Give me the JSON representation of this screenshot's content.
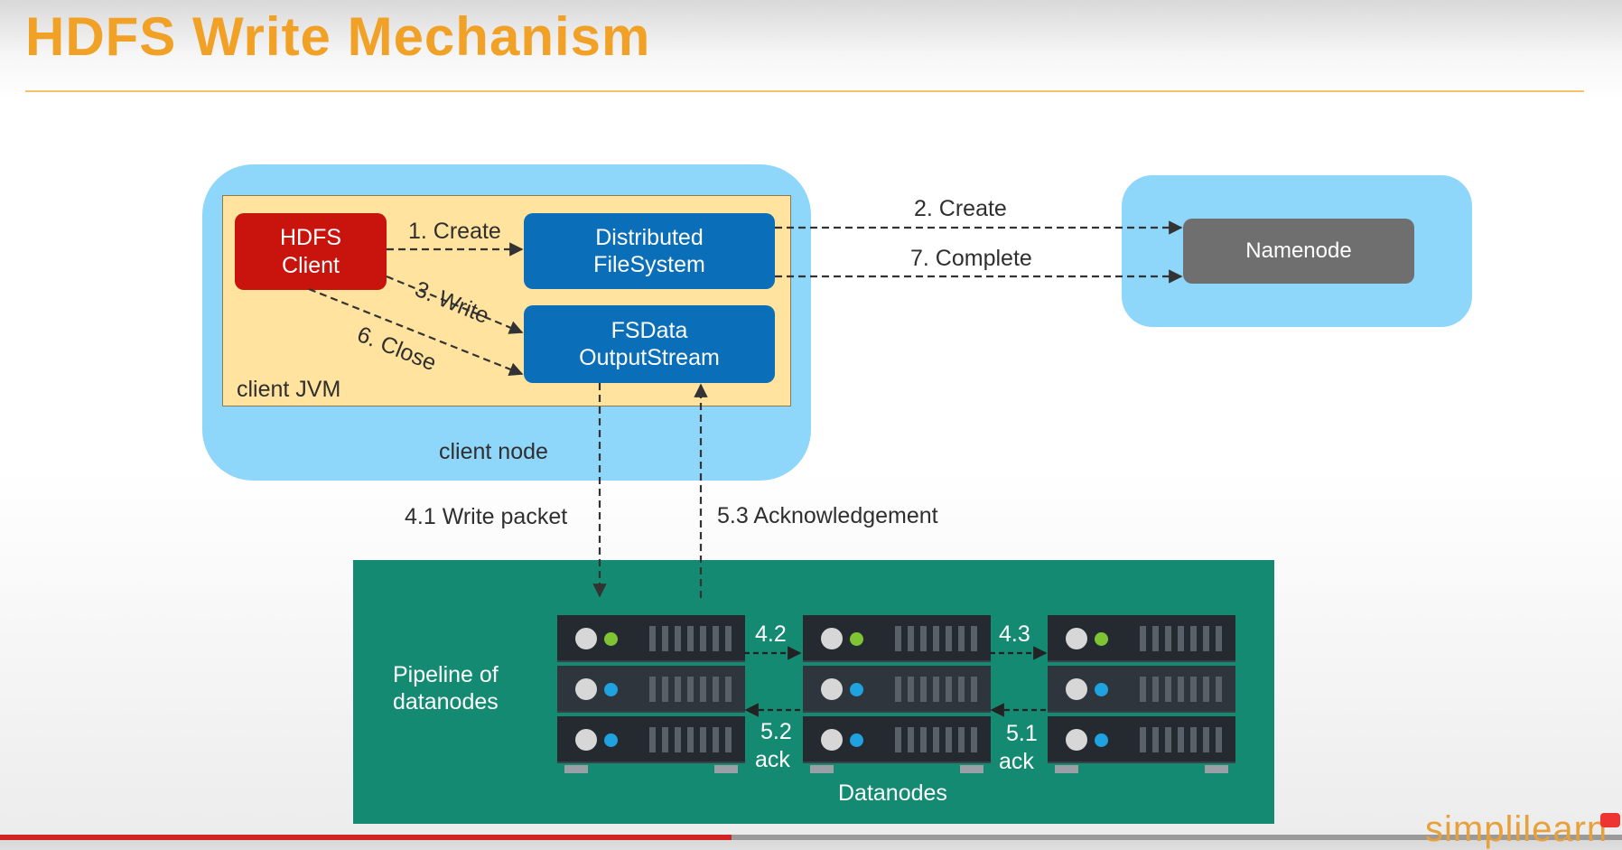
{
  "title": "HDFS Write Mechanism",
  "client_node": {
    "label": "client node",
    "jvm_label": "client JVM",
    "hdfs_client": "HDFS\nClient",
    "distributed_fs": "Distributed\nFileSystem",
    "fsdata_output": "FSData\nOutputStream"
  },
  "namenode": "Namenode",
  "edges": {
    "create1": "1. Create",
    "write3": "3. Write",
    "close6": "6. Close",
    "create2": "2. Create",
    "complete7": "7. Complete",
    "write_packet": "4.1 Write packet",
    "acknowledgement": "5.3 Acknowledgement",
    "s42": "4.2",
    "s43": "4.3",
    "ack52_num": "5.2",
    "ack52_word": "ack",
    "ack51_num": "5.1",
    "ack51_word": "ack"
  },
  "pipeline": {
    "label": "Pipeline of\ndatanodes",
    "datanodes_label": "Datanodes"
  },
  "brand": "simplilearn",
  "colors": {
    "title": "#f0a126",
    "node_blob": "#8fd6fb",
    "jvm": "#ffe39e",
    "hdfs_client": "#c8140c",
    "dfs_box": "#0a6fb8",
    "namenode": "#6f6f6f",
    "pipeline": "#148a72",
    "led_green": "#7ec433",
    "led_blue": "#1ea2e0"
  }
}
